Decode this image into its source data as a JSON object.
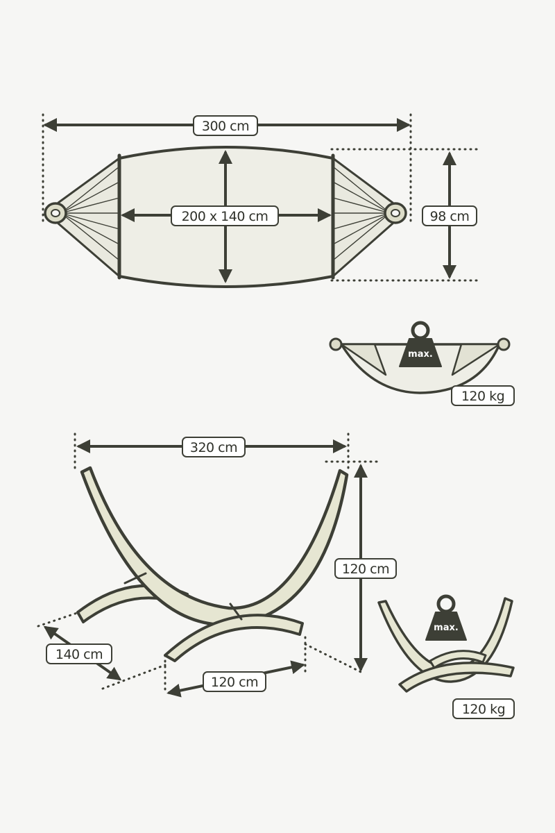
{
  "hammock": {
    "total_length": "300 cm",
    "bed_size": "200 x 140 cm",
    "width": "98 cm"
  },
  "load": {
    "weight_tag": "max.",
    "hammock_max_load": "120 kg",
    "stand_max_load": "120 kg"
  },
  "stand": {
    "length": "320 cm",
    "height": "120 cm",
    "depth": "140 cm",
    "base_width": "120 cm"
  },
  "colors": {
    "outline": "#3d3f36",
    "fabric": "#eeeee6",
    "wood": "#e6e6d2",
    "weight": "#3d3f36",
    "background": "#f6f6f4"
  }
}
